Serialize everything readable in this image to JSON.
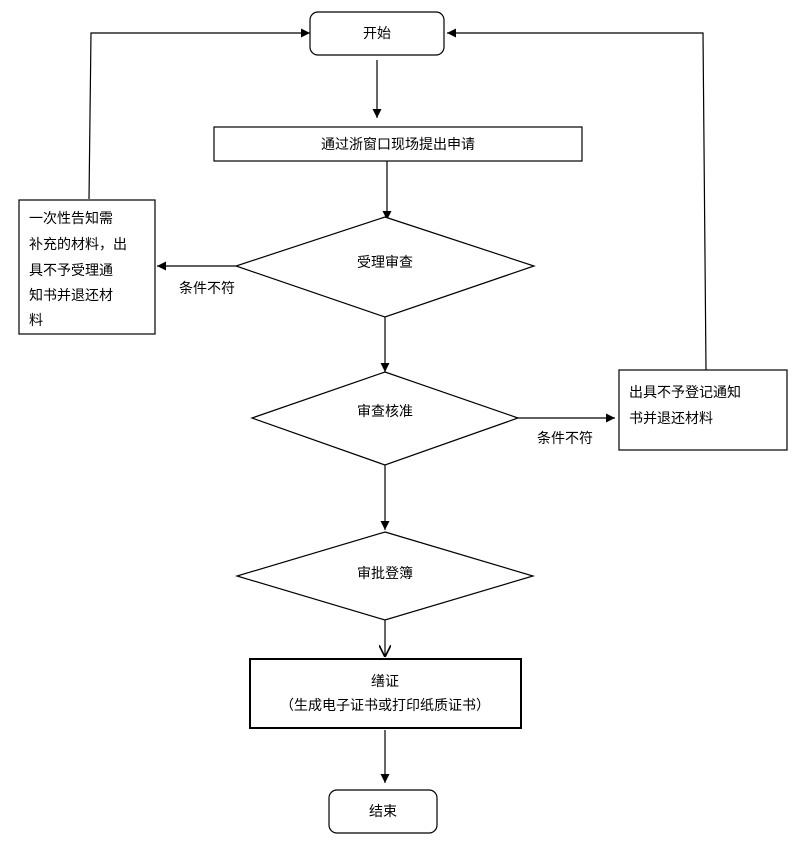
{
  "nodes": {
    "start": "开始",
    "apply": "通过浙窗口现场提出申请",
    "accept_review": "受理审查",
    "verify": "审查核准",
    "approve_register": "审批登簿",
    "certify_line1": "缮证",
    "certify_line2": "（生成电子证书或打印纸质证书）",
    "end": "结束",
    "supplement": [
      "一次性告知需",
      "补充的材料，出",
      "具不予受理通",
      "知书并退还材",
      "料"
    ],
    "reject_register": [
      "出具不予登记通知",
      "书并退还材料"
    ]
  },
  "edge_labels": {
    "accept_fail": "条件不符",
    "verify_fail": "条件不符"
  }
}
